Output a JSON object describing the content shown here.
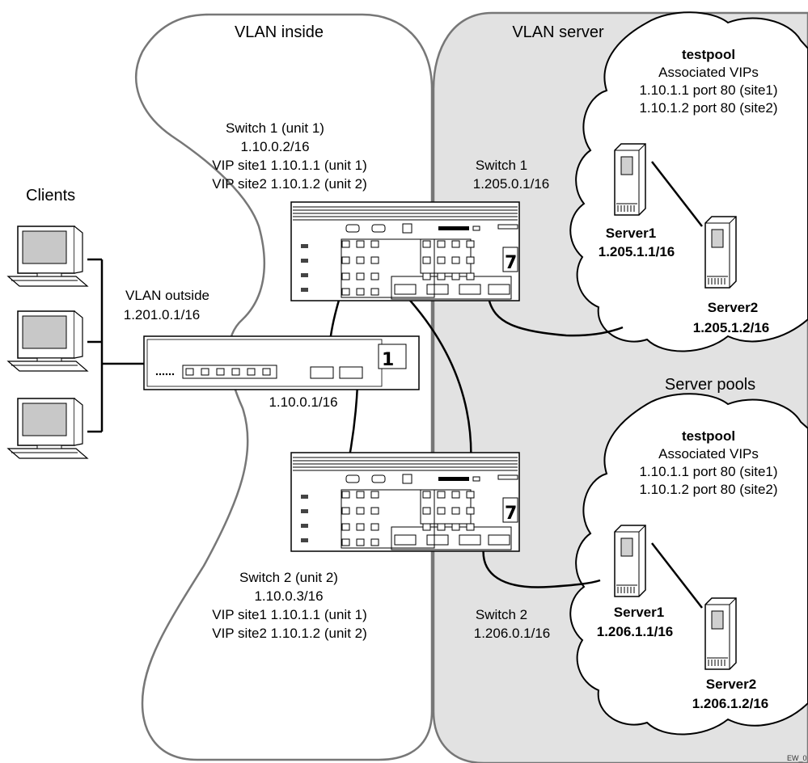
{
  "colors": {
    "server_region": "#e2e2e2",
    "outline": "#777777",
    "line": "#000000"
  },
  "vlan_inside": {
    "title": "VLAN inside"
  },
  "vlan_server": {
    "title": "VLAN server"
  },
  "clients": {
    "title": "Clients"
  },
  "vlan_outside": {
    "name": "VLAN outside",
    "ip": "1.201.0.1/16"
  },
  "switch_center": {
    "ip": "1.10.0.1/16"
  },
  "switch1_inside": {
    "name": "Switch 1 (unit 1)",
    "ip": "1.10.0.2/16",
    "vip1": "VIP site1 1.10.1.1 (unit 1)",
    "vip2": "VIP site2 1.10.1.2 (unit 2)"
  },
  "switch2_inside": {
    "name": "Switch 2 (unit 2)",
    "ip": "1.10.0.3/16",
    "vip1": "VIP site1 1.10.1.1 (unit 1)",
    "vip2": "VIP site2 1.10.1.2 (unit 2)"
  },
  "switch1_server": {
    "name": "Switch 1",
    "ip": "1.205.0.1/16"
  },
  "switch2_server": {
    "name": "Switch 2",
    "ip": "1.206.0.1/16"
  },
  "server_pools_label": "Server pools",
  "pool1": {
    "name": "testpool",
    "assoc": "Associated VIPs",
    "vip1": "1.10.1.1 port 80 (site1)",
    "vip2": "1.10.1.2 port 80 (site2)",
    "server1_name": "Server1",
    "server1_ip": "1.205.1.1/16",
    "server2_name": "Server2",
    "server2_ip": "1.205.1.2/16"
  },
  "pool2": {
    "name": "testpool",
    "assoc": "Associated VIPs",
    "vip1": "1.10.1.1 port 80 (site1)",
    "vip2": "1.10.1.2 port 80 (site2)",
    "server1_name": "Server1",
    "server1_ip": "1.206.1.1/16",
    "server2_name": "Server2",
    "server2_ip": "1.206.1.2/16"
  },
  "device_badges": {
    "large": "7",
    "small": "1"
  },
  "figure_code": "EW_0"
}
